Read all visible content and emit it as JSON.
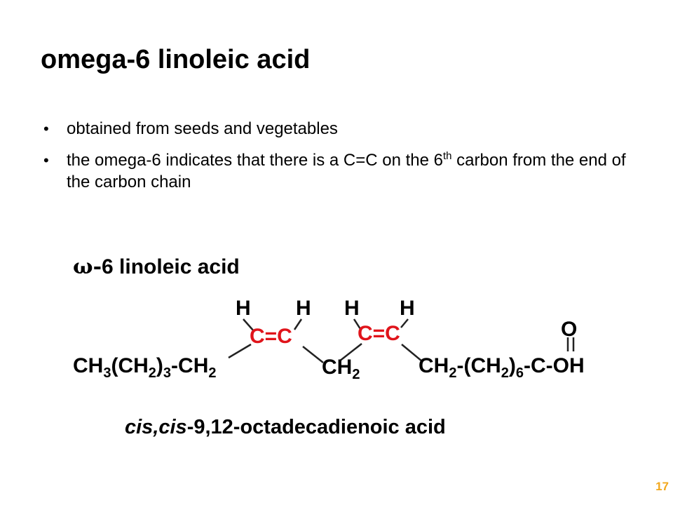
{
  "slide": {
    "title": "omega-6 linoleic acid",
    "bullets": [
      {
        "text": "obtained from seeds and vegetables"
      },
      {
        "text_before": "the omega-6 indicates that there is a C=C on the 6",
        "sup": "th",
        "text_after": " carbon from the end of the carbon chain"
      }
    ],
    "page_number": "17"
  },
  "figure": {
    "title_symbol": "ω-",
    "title_text": "6 linoleic acid",
    "hydrogens": [
      "H",
      "H",
      "H",
      "H"
    ],
    "double_bond_1": "C=C",
    "double_bond_2": "C=C",
    "carbonyl_o": "O",
    "chain_part_1": "CH3(CH2)3-CH2",
    "chain_part_2": "CH2",
    "chain_part_3": "CH2-(CH2)6-C-OH",
    "name_italic": "cis,cis",
    "name_rest": "-9,12-octadecadienoic acid",
    "colors": {
      "double_bond": "#e0141b",
      "page_number": "#f2a81e"
    }
  }
}
